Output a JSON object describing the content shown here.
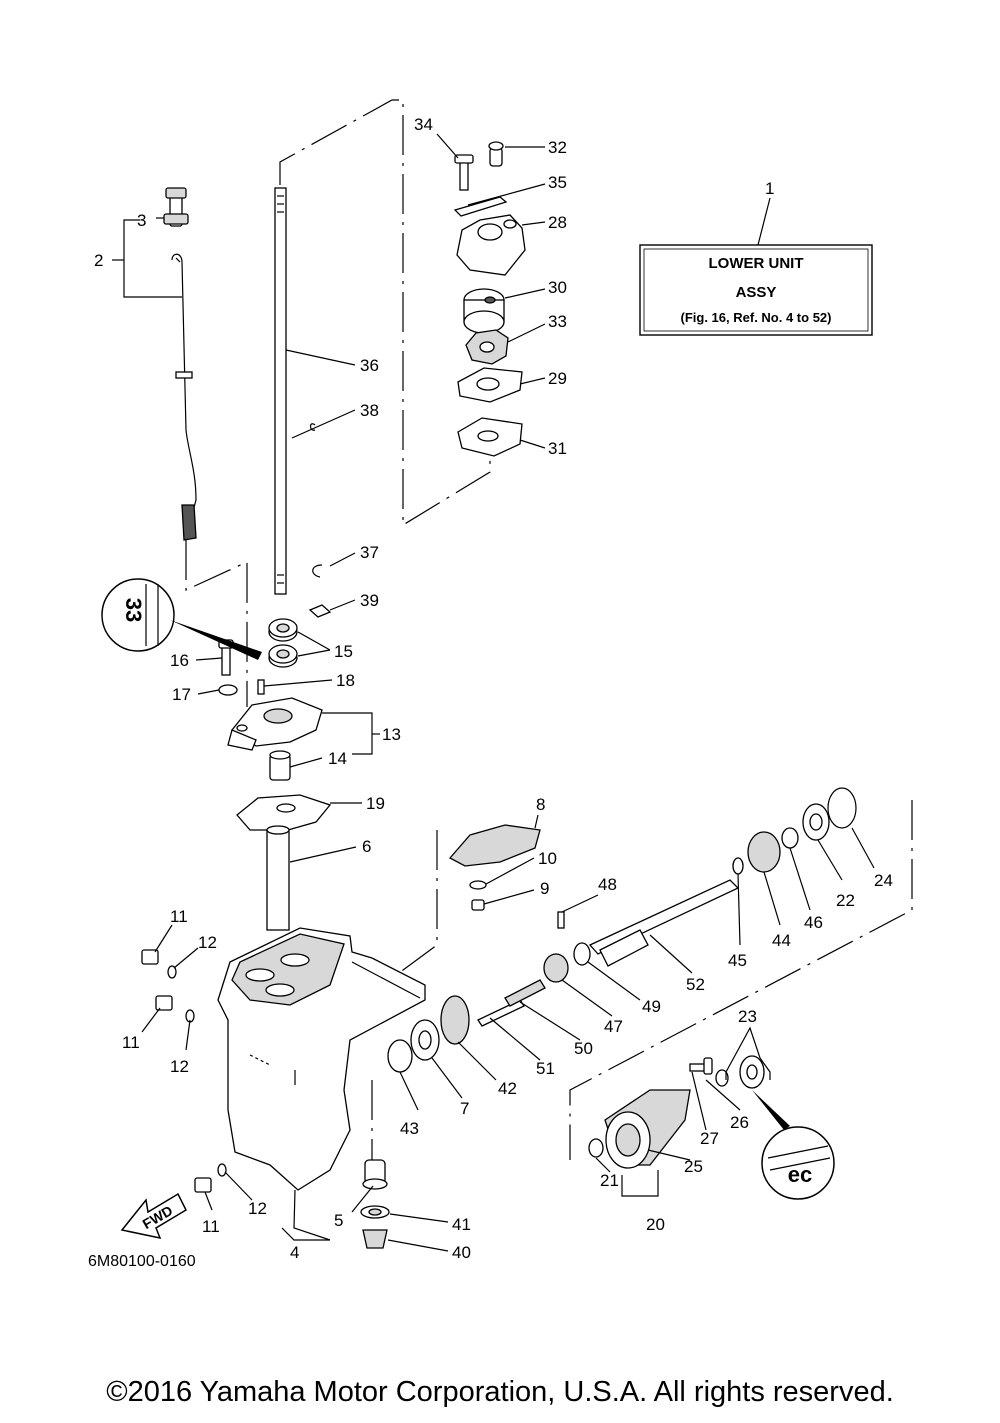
{
  "assy_box": {
    "callout": "1",
    "line1": "LOWER UNIT",
    "line2": "ASSY",
    "line3": "(Fig. 16, Ref. No. 4 to 52)"
  },
  "callouts": {
    "c2": "2",
    "c3": "3",
    "c4": "4",
    "c5": "5",
    "c6": "6",
    "c7": "7",
    "c8": "8",
    "c9": "9",
    "c10": "10",
    "c11a": "11",
    "c11b": "11",
    "c11c": "11",
    "c12a": "12",
    "c12b": "12",
    "c12c": "12",
    "c13": "13",
    "c14": "14",
    "c15": "15",
    "c16": "16",
    "c17": "17",
    "c18": "18",
    "c19": "19",
    "c20": "20",
    "c21": "21",
    "c22": "22",
    "c23": "23",
    "c24": "24",
    "c25": "25",
    "c26": "26",
    "c27": "27",
    "c28": "28",
    "c29": "29",
    "c30": "30",
    "c31": "31",
    "c32": "32",
    "c33": "33",
    "c34": "34",
    "c35": "35",
    "c36": "36",
    "c37": "37",
    "c38": "38",
    "c39": "39",
    "c40": "40",
    "c41": "41",
    "c42": "42",
    "c43": "43",
    "c44": "44",
    "c45": "45",
    "c46": "46",
    "c47": "47",
    "c48": "48",
    "c49": "49",
    "c50": "50",
    "c51": "51",
    "c52": "52"
  },
  "badges": {
    "lube_top": "33",
    "lube_bottom": "ec",
    "fwd": "FWD"
  },
  "diagram_code": "6M80100-0160",
  "copyright": "©2016 Yamaha Motor Corporation, U.S.A. All rights reserved."
}
